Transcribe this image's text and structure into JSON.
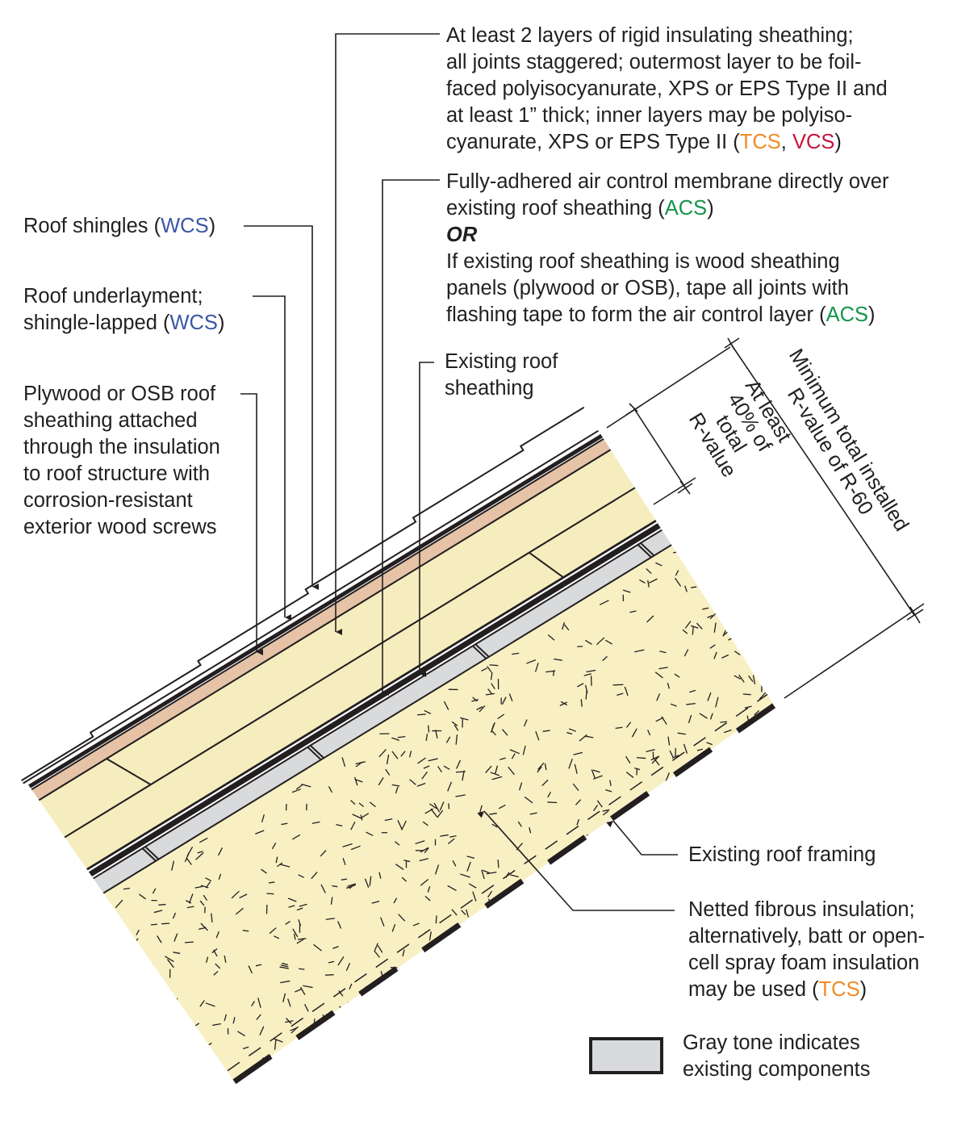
{
  "title": "Roof assembly detail: exterior rigid insulation over existing roof with netted fibrous insulation",
  "colors": {
    "wcs": "#3a57a5",
    "tcs": "#f08a24",
    "vcs": "#c8143c",
    "acs": "#13954b",
    "rigid_insulation": "#f6edbf",
    "plywood": "#e6c3a6",
    "existing_gray": "#d9dadc",
    "fibrous_insulation": "#f8f0c3",
    "linework": "#231f20"
  },
  "labels": {
    "rigid_sheathing": {
      "lines": [
        "At least 2 layers of rigid insulating sheathing;",
        "all joints staggered; outermost layer to be foil-",
        "faced polyisocyanurate, XPS or EPS Type II and",
        "at least 1” thick; inner layers may be polyiso-"
      ],
      "last_line_prefix": "cyanurate, XPS or EPS Type II (",
      "tag1": "TCS",
      "sep": ", ",
      "tag2": "VCS",
      "suffix": ")"
    },
    "air_control": {
      "line1": "Fully-adhered air control membrane directly over",
      "line2_prefix": "existing roof sheathing (",
      "line2_tag": "ACS",
      "line2_suffix": ")",
      "or": "OR",
      "line3": "If existing roof sheathing is wood sheathing",
      "line4": "panels (plywood or OSB), tape all joints with",
      "line5_prefix": "flashing tape to form the air control layer (",
      "line5_tag": "ACS",
      "line5_suffix": ")"
    },
    "roof_shingles": {
      "prefix": "Roof shingles (",
      "tag": "WCS",
      "suffix": ")"
    },
    "roof_underlayment": {
      "line1": "Roof underlayment;",
      "line2_prefix": "shingle-lapped (",
      "tag": "WCS",
      "suffix": ")"
    },
    "plywood_sheathing": {
      "lines": [
        "Plywood or OSB roof",
        "sheathing attached",
        "through the insulation",
        "to roof structure with",
        "corrosion-resistant",
        "exterior wood screws"
      ]
    },
    "existing_sheathing": {
      "lines": [
        "Existing roof",
        "sheathing"
      ]
    },
    "existing_framing": {
      "text": "Existing roof framing"
    },
    "fibrous_insulation": {
      "lines": [
        "Netted fibrous insulation;",
        "alternatively, batt or open-",
        "cell spray foam insulation"
      ],
      "last_prefix": "may be used (",
      "tag": "TCS",
      "suffix": ")"
    },
    "dimension_40pct": {
      "lines": [
        "At least",
        "40% of",
        "total",
        "R-value"
      ]
    },
    "dimension_total": {
      "lines": [
        "Minimum total installed",
        "R-value of R-60"
      ]
    }
  },
  "legend": {
    "swatch": "gray-tone-swatch",
    "lines": [
      "Gray tone indicates",
      "existing components"
    ]
  }
}
